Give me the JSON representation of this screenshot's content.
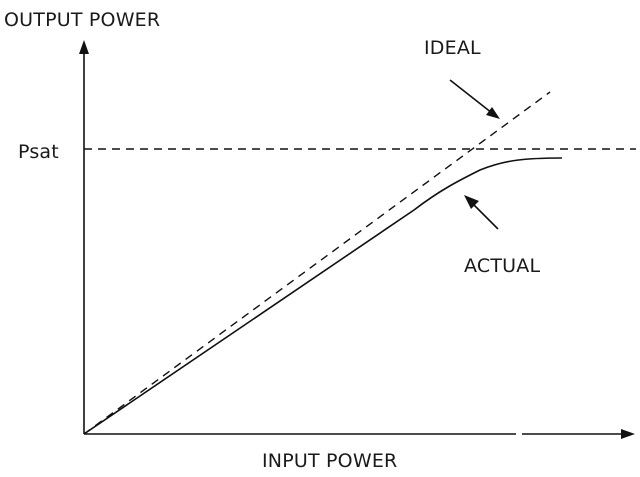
{
  "labels": {
    "y_axis": "OUTPUT POWER",
    "x_axis": "INPUT POWER",
    "psat": "Psat",
    "ideal": "IDEAL",
    "actual": "ACTUAL"
  },
  "colors": {
    "line": "#111111",
    "text": "#1a1a1a",
    "background": "#ffffff"
  },
  "legend_lines": [
    {
      "label": "IDEAL",
      "style": "dashed"
    },
    {
      "label": "ACTUAL",
      "style": "solid"
    },
    {
      "label": "Psat",
      "style": "dashed"
    }
  ]
}
